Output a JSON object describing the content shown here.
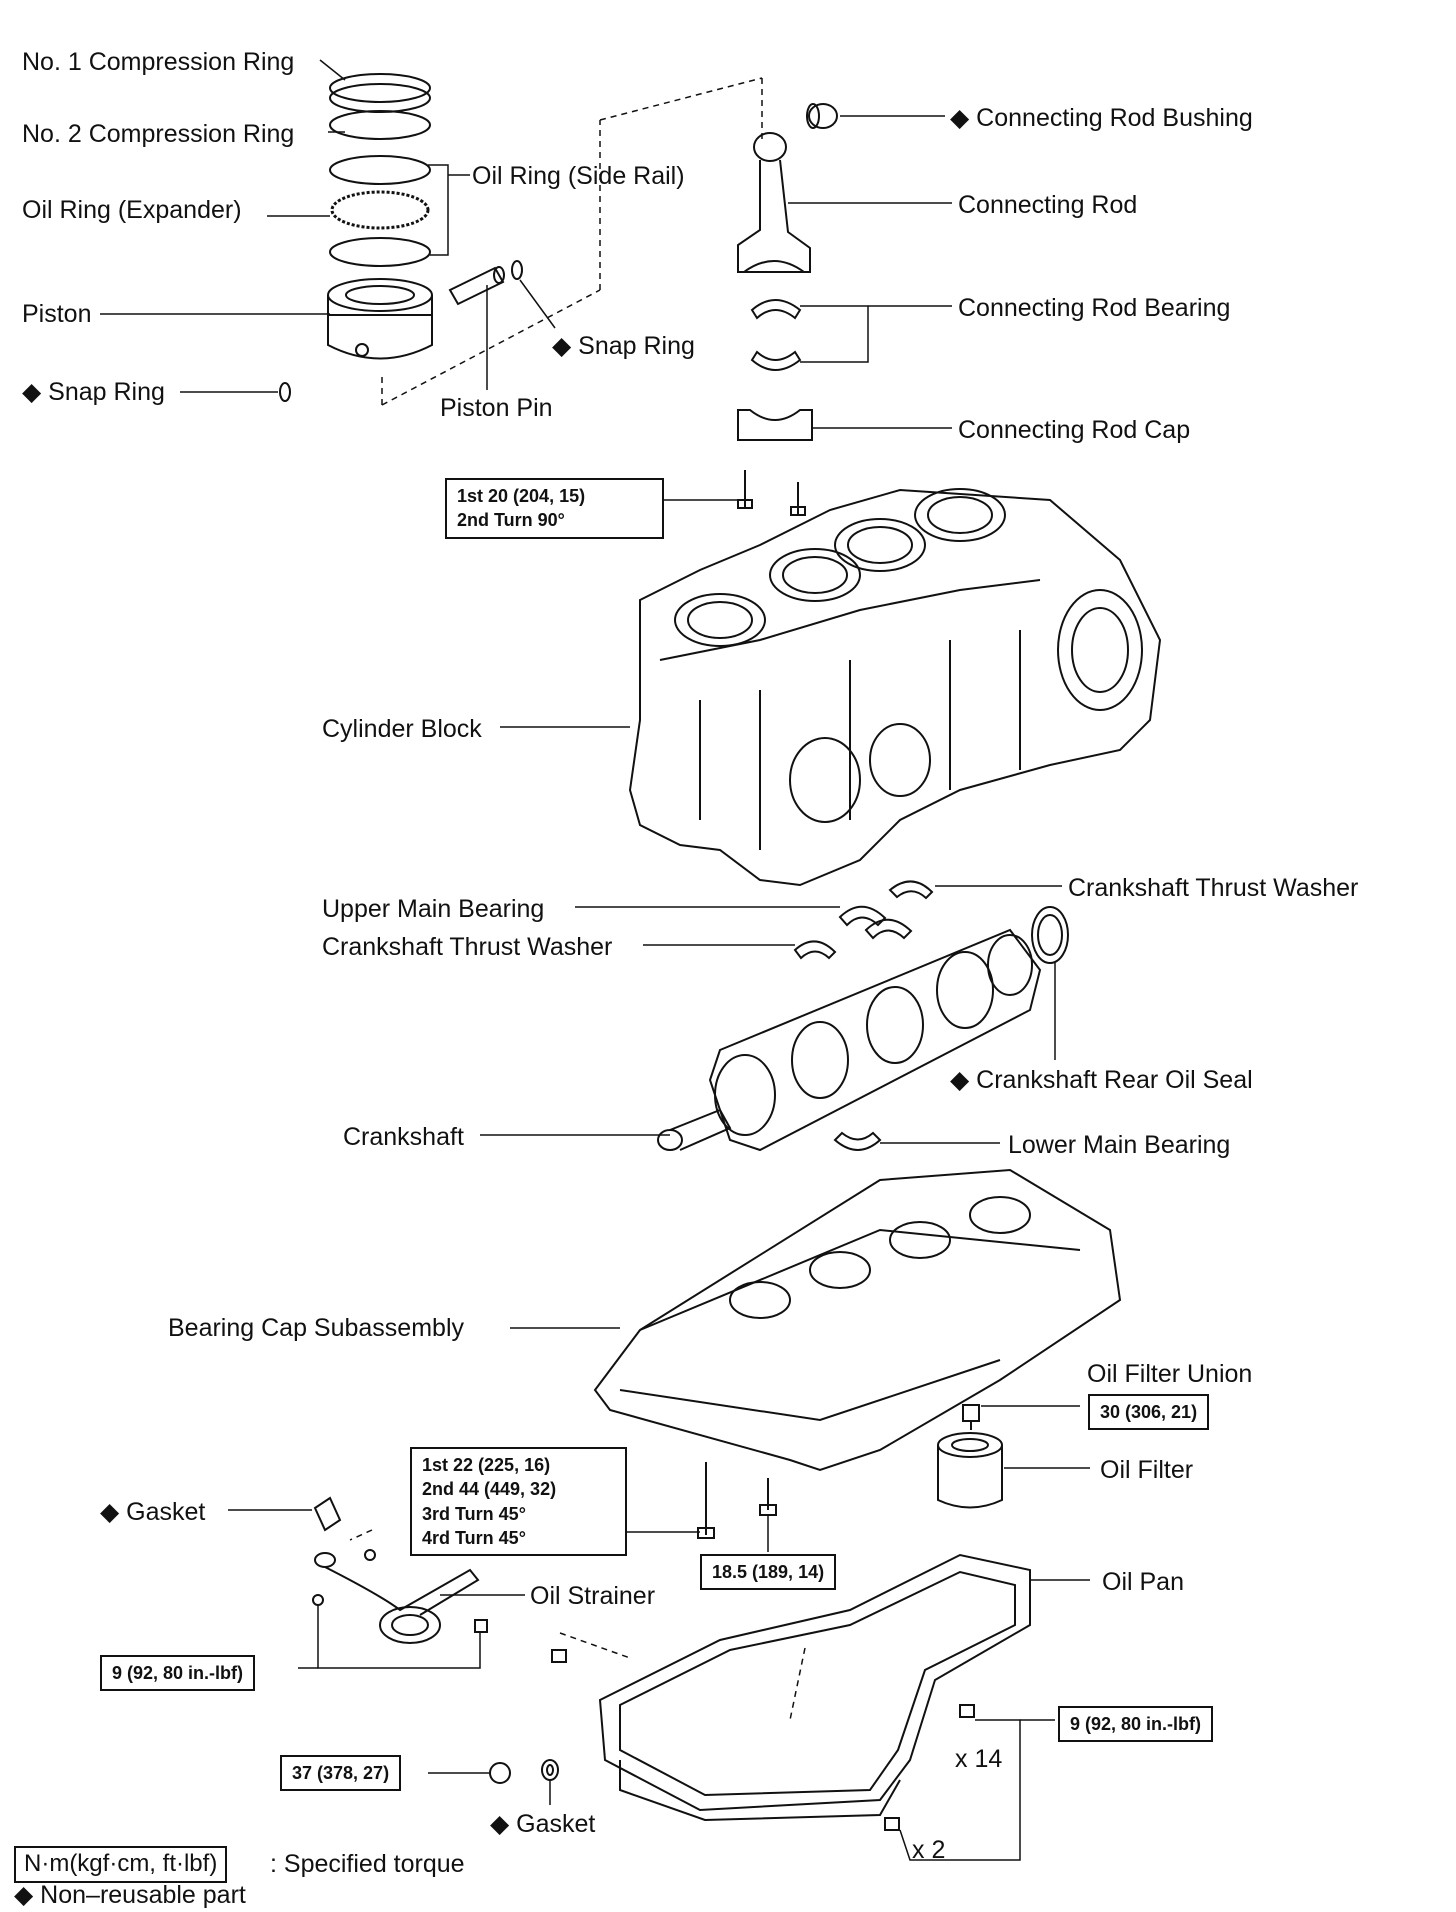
{
  "labels": {
    "no1_ring": "No. 1 Compression Ring",
    "no2_ring": "No. 2 Compression Ring",
    "oil_side_rail": "Oil Ring (Side Rail)",
    "oil_expander": "Oil Ring (Expander)",
    "piston": "Piston",
    "snap_ring_left": "◆ Snap Ring",
    "snap_ring_right": "◆ Snap Ring",
    "piston_pin": "Piston Pin",
    "rod_bushing": "◆ Connecting Rod Bushing",
    "connecting_rod": "Connecting Rod",
    "rod_bearing": "Connecting Rod Bearing",
    "rod_cap": "Connecting Rod Cap",
    "cylinder_block": "Cylinder Block",
    "thrust_washer_upper": "Crankshaft Thrust Washer",
    "upper_main_bearing": "Upper Main Bearing",
    "thrust_washer_lower": "Crankshaft Thrust Washer",
    "rear_oil_seal": "◆ Crankshaft Rear Oil Seal",
    "crankshaft": "Crankshaft",
    "lower_main_bearing": "Lower Main Bearing",
    "bearing_cap": "Bearing Cap Subassembly",
    "oil_filter_union": "Oil Filter Union",
    "oil_filter": "Oil Filter",
    "gasket_top": "◆ Gasket",
    "oil_strainer": "Oil Strainer",
    "oil_pan": "Oil Pan",
    "gasket_bottom": "◆ Gasket"
  },
  "torque": {
    "rod_cap_bolt": [
      "1st 20 (204, 15)",
      "2nd Turn 90°"
    ],
    "bearing_cap_bolt": [
      "1st  22 (225, 16)",
      "2nd 44 (449, 32)",
      "3rd Turn 45°",
      "4rd Turn 45°"
    ],
    "bearing_cap_small": "18.5 (189, 14)",
    "oil_filter_union": "30 (306, 21)",
    "oil_strainer": "9 (92, 80 in.-lbf)",
    "oil_pan": "9 (92, 80 in.-lbf)",
    "drain_plug": "37 (378, 27)"
  },
  "multipliers": {
    "pan_bolts": "x 14",
    "pan_nuts": "x 2"
  },
  "legend": {
    "unit_box": "N·m(kgf·cm, ft·lbf)",
    "unit_text": ": Specified torque",
    "non_reusable": "◆ Non–reusable part"
  }
}
